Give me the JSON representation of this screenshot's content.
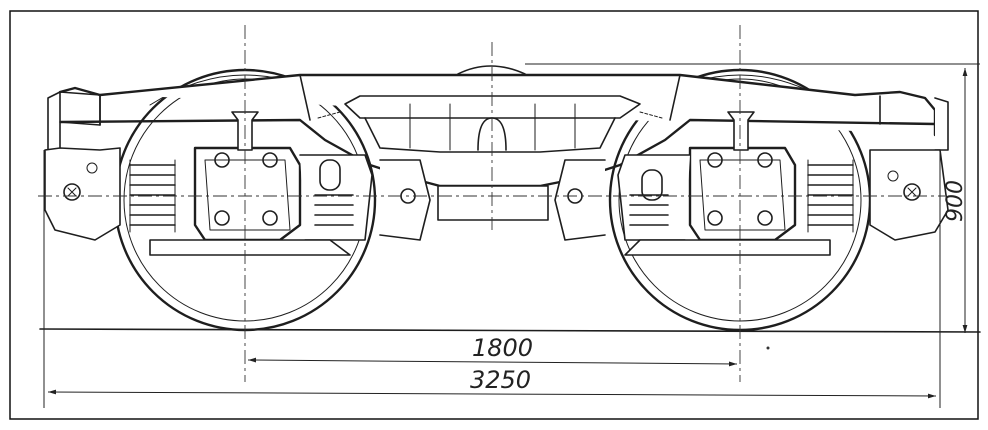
{
  "drawing": {
    "dimensions": {
      "wheelbase": "1800",
      "overall_length": "3250",
      "height": "900"
    }
  }
}
